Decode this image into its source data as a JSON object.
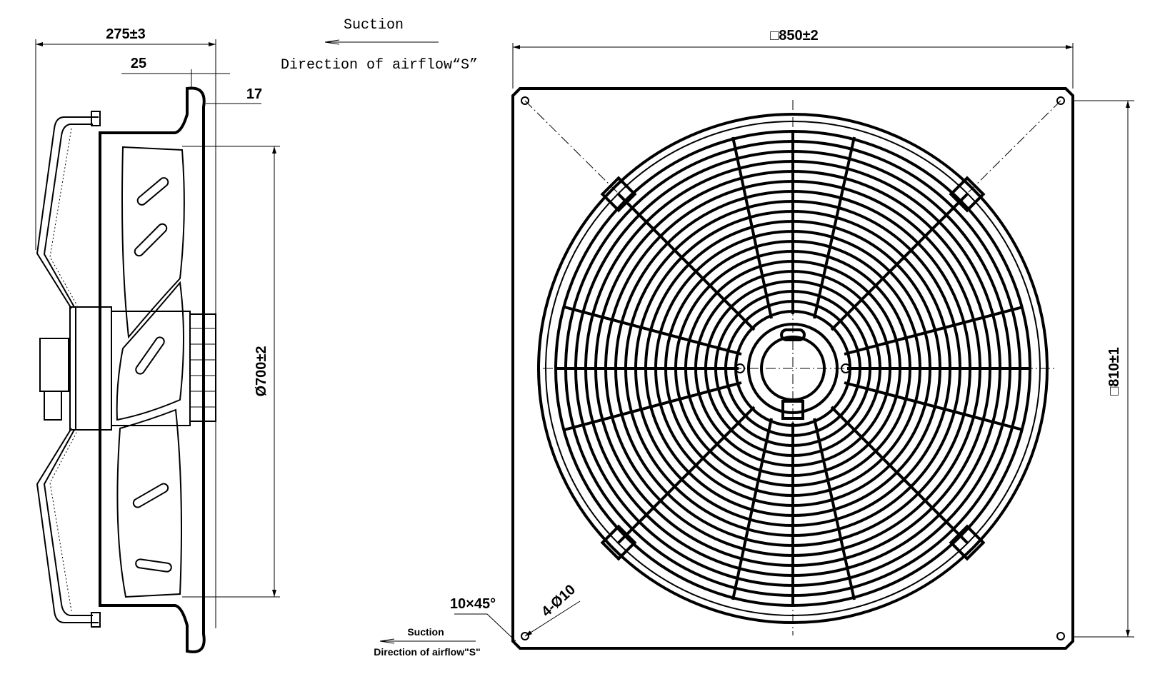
{
  "side_view": {
    "overall_depth": "275±3",
    "offset_25": "25",
    "offset_17": "17",
    "diameter": "Ø700±2"
  },
  "airflow_top": {
    "suction": "Suction",
    "direction": "Direction of airflow“S”"
  },
  "front_view": {
    "width": "□850±2",
    "hole_spacing": "□810±1",
    "chamfer": "10×45°",
    "holes": "4-Ø10"
  },
  "airflow_bottom": {
    "suction": "Suction",
    "direction": "Direction of airflow\"S\""
  }
}
